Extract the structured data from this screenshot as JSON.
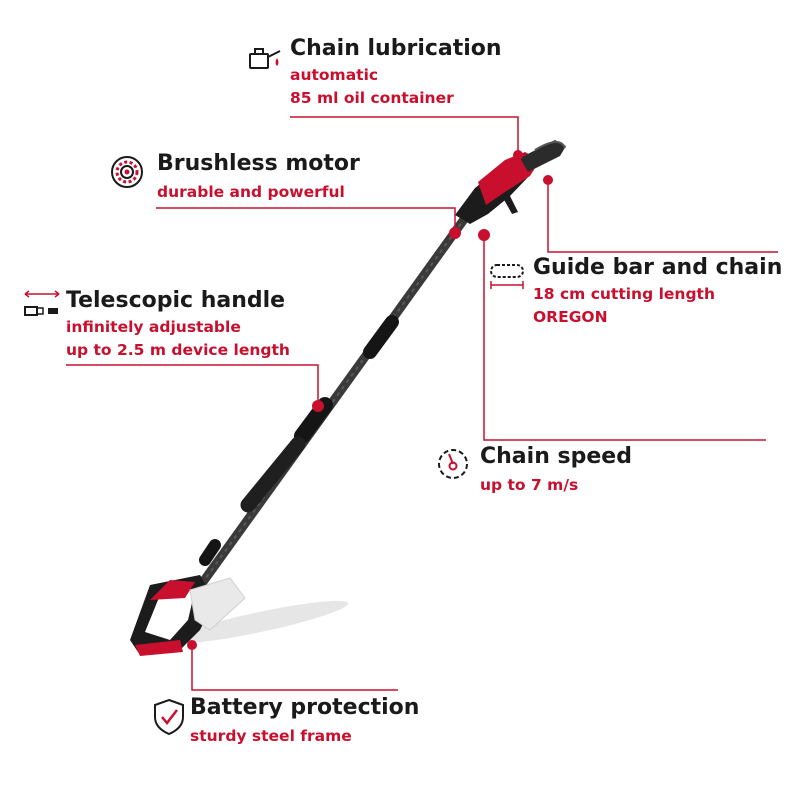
{
  "features": {
    "chain_lubrication": {
      "title": "Chain lubrication",
      "lines": [
        "automatic",
        "85 ml oil container"
      ],
      "icon": "oil-can-icon"
    },
    "brushless_motor": {
      "title": "Brushless motor",
      "lines": [
        "durable and powerful"
      ],
      "icon": "motor-icon"
    },
    "telescopic_handle": {
      "title": "Telescopic handle",
      "lines": [
        "infinitely adjustable",
        "up to 2.5 m device length"
      ],
      "icon": "telescopic-icon"
    },
    "guide_bar": {
      "title": "Guide bar and chain",
      "lines": [
        "18 cm cutting length",
        "OREGON"
      ],
      "icon": "chain-bar-icon"
    },
    "chain_speed": {
      "title": "Chain speed",
      "lines": [
        "up to 7 m/s"
      ],
      "icon": "speed-icon"
    },
    "battery_protection": {
      "title": "Battery protection",
      "lines": [
        "sturdy steel frame"
      ],
      "icon": "shield-check-icon"
    }
  },
  "colors": {
    "accent": "#c8102e",
    "text": "#1a1a1a",
    "tool_body": "#2a2a2a",
    "tool_red": "#c8102e"
  }
}
